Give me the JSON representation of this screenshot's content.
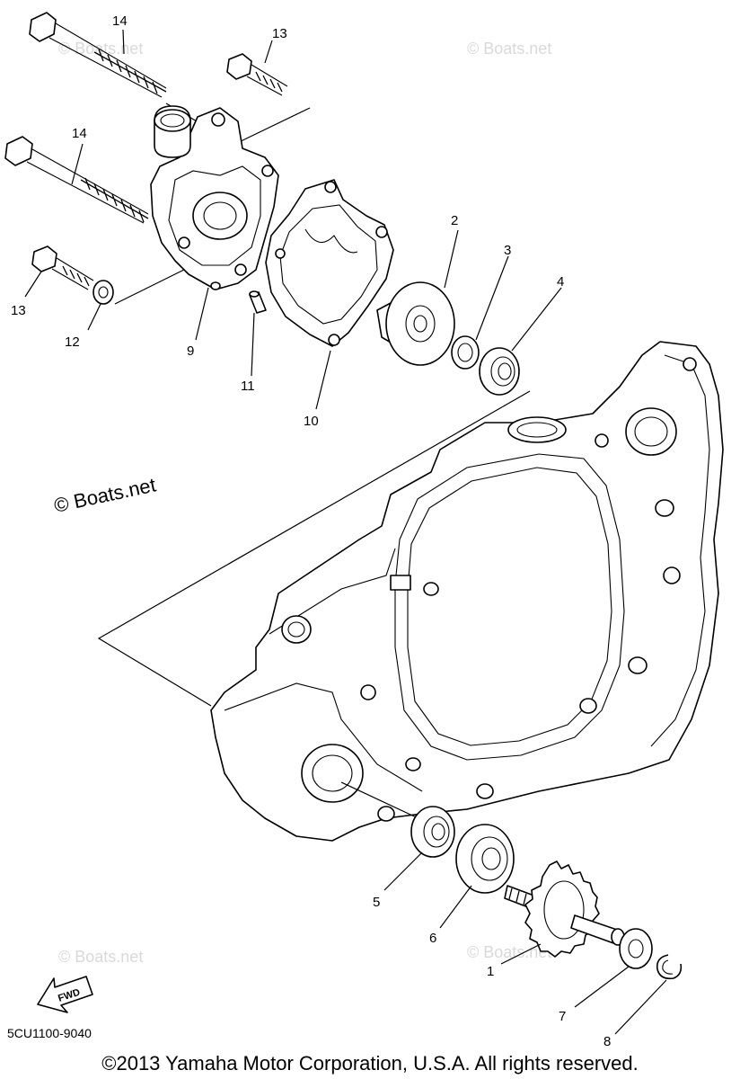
{
  "diagram": {
    "callouts": {
      "c1": "1",
      "c2": "2",
      "c3": "3",
      "c4": "4",
      "c5": "5",
      "c6": "6",
      "c7": "7",
      "c8": "8",
      "c9": "9",
      "c10": "10",
      "c11": "11",
      "c12": "12",
      "c13a": "13",
      "c13b": "13",
      "c14a": "14",
      "c14b": "14"
    },
    "watermark": "© Boats.net",
    "fwd_label": "FWD",
    "diagram_code": "5CU1100-9040",
    "copyright": "©2013 Yamaha Motor Corporation, U.S.A. All rights reserved."
  }
}
